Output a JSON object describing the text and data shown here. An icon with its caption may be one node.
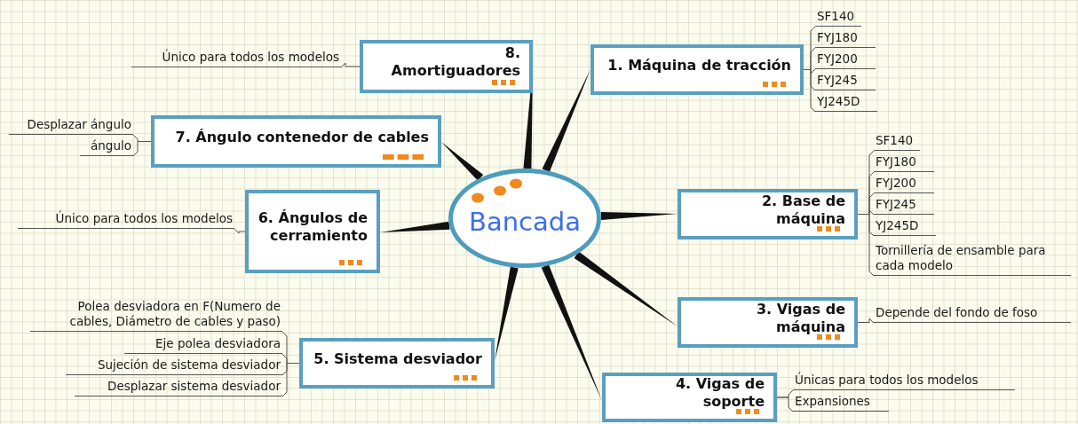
{
  "diagram": {
    "nodes": [
      {
        "text": [
          "Bancada"
        ]
      },
      {
        "text": [
          "1. Máquina de tracción"
        ]
      },
      {
        "text": [
          "SF140"
        ]
      },
      {
        "text": [
          "FYJ180"
        ]
      },
      {
        "text": [
          "FYJ200"
        ]
      },
      {
        "text": [
          "FYJ245"
        ]
      },
      {
        "text": [
          "YJ245D"
        ]
      },
      {
        "text": [
          "2. Base de máquina"
        ]
      },
      {
        "text": [
          "SF140"
        ]
      },
      {
        "text": [
          "FYJ180"
        ]
      },
      {
        "text": [
          "FYJ200"
        ]
      },
      {
        "text": [
          "FYJ245"
        ]
      },
      {
        "text": [
          "YJ245D"
        ]
      },
      {
        "text": [
          "Tornillería de ensamble para cada modelo"
        ]
      },
      {
        "text": [
          "3. Vigas de máquina"
        ]
      },
      {
        "text": [
          "Depende del fondo de foso"
        ]
      },
      {
        "text": [
          "4. Vigas de soporte"
        ]
      },
      {
        "text": [
          "Únicas para todos los modelos"
        ]
      },
      {
        "text": [
          "Expansiones"
        ]
      },
      {
        "text": [
          "5. Sistema desviador"
        ]
      },
      {
        "text": [
          "Polea desviadora en F(Numero de cables, Diámetro de  cables y paso)"
        ]
      },
      {
        "text": [
          "Eje polea desviadora"
        ]
      },
      {
        "text": [
          "Sujeción de sistema desviador"
        ]
      },
      {
        "text": [
          "Desplazar sistema desviador"
        ]
      },
      {
        "text": [
          "6. Ángulos de cerramiento"
        ]
      },
      {
        "text": [
          "Único para todos los modelos"
        ]
      },
      {
        "text": [
          "7. Ángulo contenedor de cables"
        ]
      },
      {
        "text": [
          "Desplazar ángulo"
        ]
      },
      {
        "text": [
          "ángulo"
        ]
      },
      {
        "text": [
          "8. Amortiguadores"
        ]
      },
      {
        "text": [
          "Único para todos los modelos"
        ]
      }
    ],
    "edges": [
      {
        "from": 0,
        "to": 1,
        "arrow": "none",
        "style": "thick"
      },
      {
        "from": 0,
        "to": 7,
        "arrow": "none",
        "style": "thick"
      },
      {
        "from": 0,
        "to": 14,
        "arrow": "none",
        "style": "thick"
      },
      {
        "from": 0,
        "to": 16,
        "arrow": "none",
        "style": "thick"
      },
      {
        "from": 0,
        "to": 19,
        "arrow": "none",
        "style": "thick"
      },
      {
        "from": 0,
        "to": 24,
        "arrow": "none",
        "style": "thick"
      },
      {
        "from": 0,
        "to": 26,
        "arrow": "none",
        "style": "thick"
      },
      {
        "from": 0,
        "to": 29,
        "arrow": "none",
        "style": "thick"
      },
      {
        "from": 1,
        "to": 2,
        "arrow": "none"
      },
      {
        "from": 1,
        "to": 3,
        "arrow": "none"
      },
      {
        "from": 1,
        "to": 4,
        "arrow": "none"
      },
      {
        "from": 1,
        "to": 5,
        "arrow": "none"
      },
      {
        "from": 1,
        "to": 6,
        "arrow": "none"
      },
      {
        "from": 7,
        "to": 8,
        "arrow": "none"
      },
      {
        "from": 7,
        "to": 9,
        "arrow": "none"
      },
      {
        "from": 7,
        "to": 10,
        "arrow": "none"
      },
      {
        "from": 7,
        "to": 11,
        "arrow": "none"
      },
      {
        "from": 7,
        "to": 12,
        "arrow": "none"
      },
      {
        "from": 7,
        "to": 13,
        "arrow": "none"
      },
      {
        "from": 14,
        "to": 15,
        "arrow": "none"
      },
      {
        "from": 16,
        "to": 17,
        "arrow": "none"
      },
      {
        "from": 16,
        "to": 18,
        "arrow": "none"
      },
      {
        "from": 19,
        "to": 20,
        "arrow": "none"
      },
      {
        "from": 19,
        "to": 21,
        "arrow": "none"
      },
      {
        "from": 19,
        "to": 22,
        "arrow": "none"
      },
      {
        "from": 19,
        "to": 23,
        "arrow": "none"
      },
      {
        "from": 24,
        "to": 25,
        "arrow": "none"
      },
      {
        "from": 26,
        "to": 27,
        "arrow": "none"
      },
      {
        "from": 26,
        "to": 28,
        "arrow": "none"
      },
      {
        "from": 29,
        "to": 30,
        "arrow": "none"
      }
    ]
  }
}
